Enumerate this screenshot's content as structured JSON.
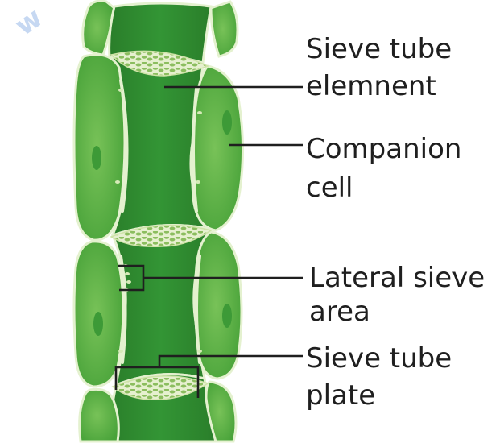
{
  "watermark": "w",
  "labels": {
    "sieve_tube_element": [
      "Sieve tube",
      "elemnent"
    ],
    "companion_cell": [
      "Companion",
      "cell"
    ],
    "lateral_sieve_area": [
      "Lateral sieve",
      "area"
    ],
    "sieve_tube_plate": [
      "Sieve tube",
      "plate"
    ]
  },
  "colors": {
    "tube": "#2f8b2e",
    "companion": "#5bb445",
    "companion_light": "#86c860",
    "nucleus": "#3d9a37",
    "wall": "#e4f1cf",
    "plate": "#e6f0cf",
    "plate_pore": "#8bbd5e",
    "line": "#1f1f1f"
  }
}
